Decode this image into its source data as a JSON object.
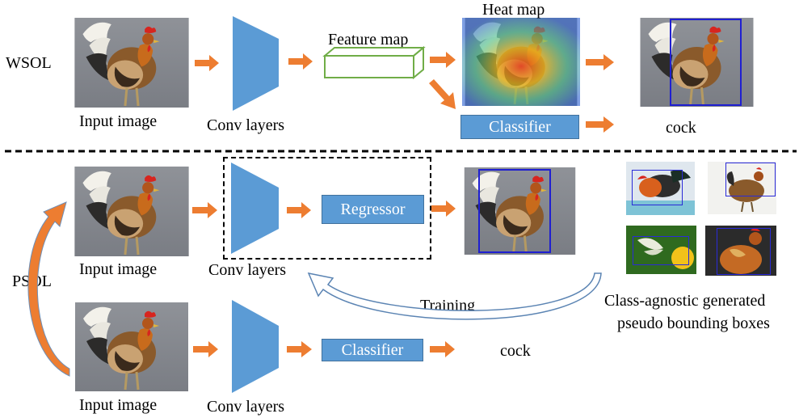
{
  "wsol": {
    "label": "WSOL",
    "input_label": "Input image",
    "conv_label": "Conv layers",
    "feature_map_label": "Feature map",
    "heat_map_label": "Heat map",
    "classifier_label": "Classifier",
    "output_label": "cock"
  },
  "psol": {
    "label": "PSOL",
    "input_label_top": "Input image",
    "conv_label_top": "Conv layers",
    "regressor_label": "Regressor",
    "training_label": "Training",
    "input_label_bottom": "Input image",
    "conv_label_bottom": "Conv layers",
    "classifier_label": "Classifier",
    "output_label": "cock",
    "pseudo_caption_line1": "Class-agnostic generated",
    "pseudo_caption_line2": "pseudo bounding boxes"
  },
  "colors": {
    "arrow": "#ed7d31",
    "conv": "#5b9bd5",
    "feature_map": "#70ad47",
    "bbox": "#1f1fd1"
  }
}
